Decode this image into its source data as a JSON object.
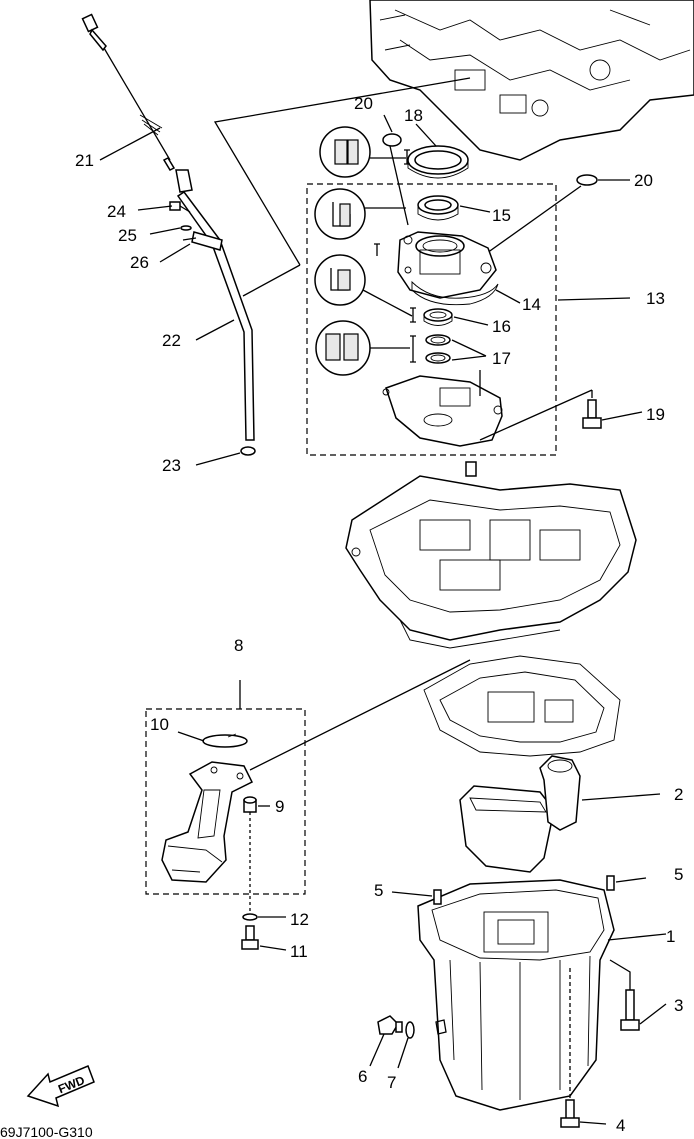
{
  "diagram": {
    "drawing_code": "69J7100-G310",
    "direction_marker": "FWD",
    "callouts": [
      "1",
      "2",
      "3",
      "4",
      "5",
      "5",
      "6",
      "7",
      "8",
      "9",
      "10",
      "11",
      "12",
      "13",
      "14",
      "15",
      "16",
      "17",
      "18",
      "19",
      "20",
      "20",
      "21",
      "22",
      "23",
      "24",
      "25",
      "26"
    ]
  }
}
